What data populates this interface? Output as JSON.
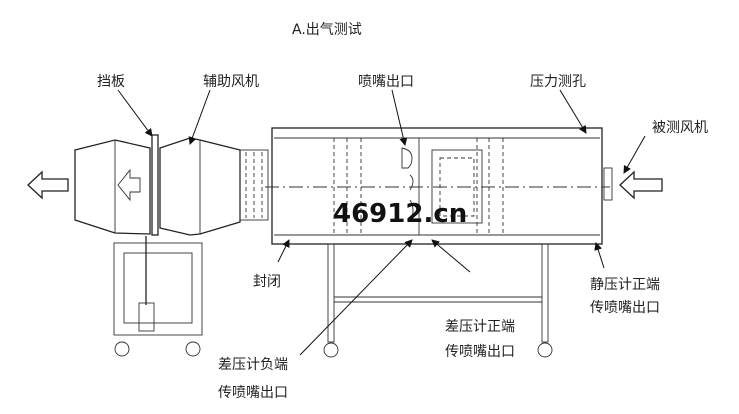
{
  "title": "A.出气测试",
  "labels": {
    "baffle": "挡板",
    "aux_fan": "辅助风机",
    "nozzle_outlet": "喷嘴出口",
    "pressure_hole": "压力测孔",
    "tested_fan": "被测风机",
    "sealed": "封闭",
    "static_pos_1": "静压计正端",
    "static_pos_2": "传喷嘴出口",
    "diff_pos_1": "差压计正端",
    "diff_pos_2": "传喷嘴出口",
    "diff_neg_1": "差压计负端",
    "diff_neg_2": "传喷嘴出口"
  },
  "watermark": "46912.cn"
}
